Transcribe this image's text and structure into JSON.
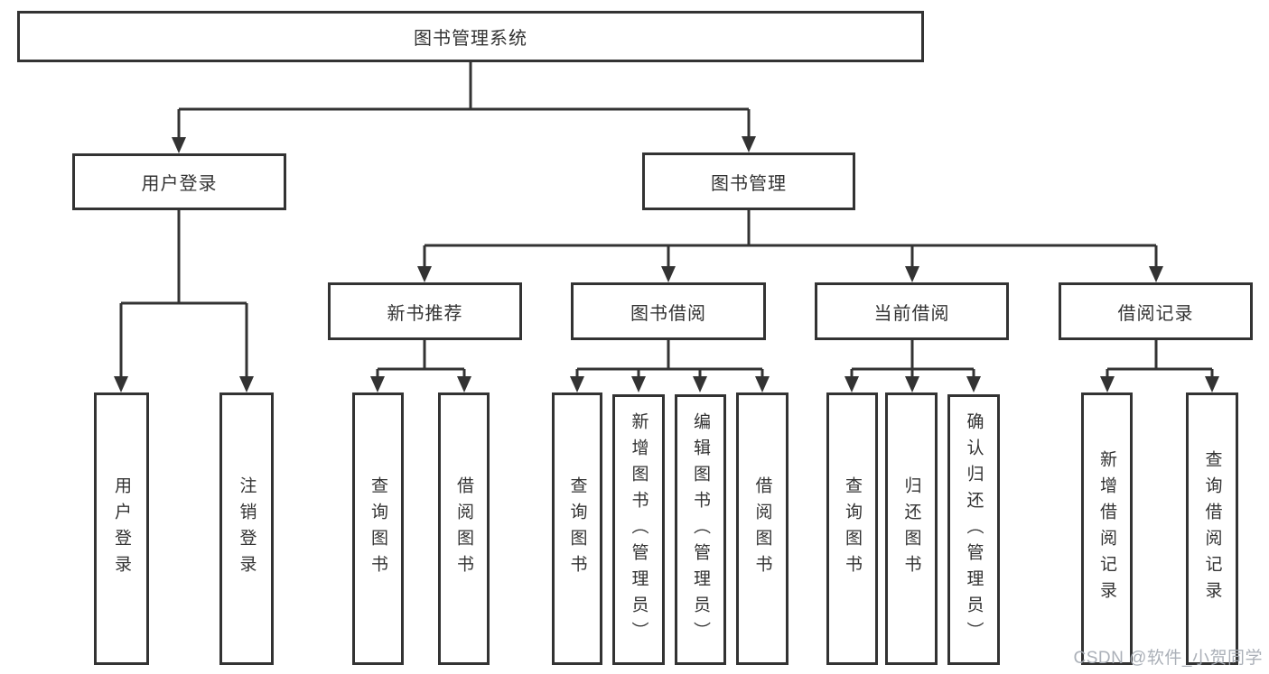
{
  "diagram": {
    "root": {
      "label": "图书管理系统"
    },
    "branches": [
      {
        "label": "用户登录",
        "children": [
          {
            "label": "用户登录"
          },
          {
            "label": "注销登录"
          }
        ]
      },
      {
        "label": "图书管理",
        "children": [
          {
            "label": "新书推荐",
            "children": [
              {
                "label": "查询图书"
              },
              {
                "label": "借阅图书"
              }
            ]
          },
          {
            "label": "图书借阅",
            "children": [
              {
                "label": "查询图书"
              },
              {
                "label": "新增图书（管理员）"
              },
              {
                "label": "编辑图书（管理员）"
              },
              {
                "label": "借阅图书"
              }
            ]
          },
          {
            "label": "当前借阅",
            "children": [
              {
                "label": "查询图书"
              },
              {
                "label": "归还图书"
              },
              {
                "label": "确认归还（管理员）"
              }
            ]
          },
          {
            "label": "借阅记录",
            "children": [
              {
                "label": "新增借阅记录"
              },
              {
                "label": "查询借阅记录"
              }
            ]
          }
        ]
      }
    ]
  },
  "watermark": {
    "text": "CSDN @软件_小贺同学"
  },
  "colors": {
    "line": "#333333",
    "text": "#333333",
    "background": "#ffffff",
    "watermark": "#a6acb4"
  }
}
